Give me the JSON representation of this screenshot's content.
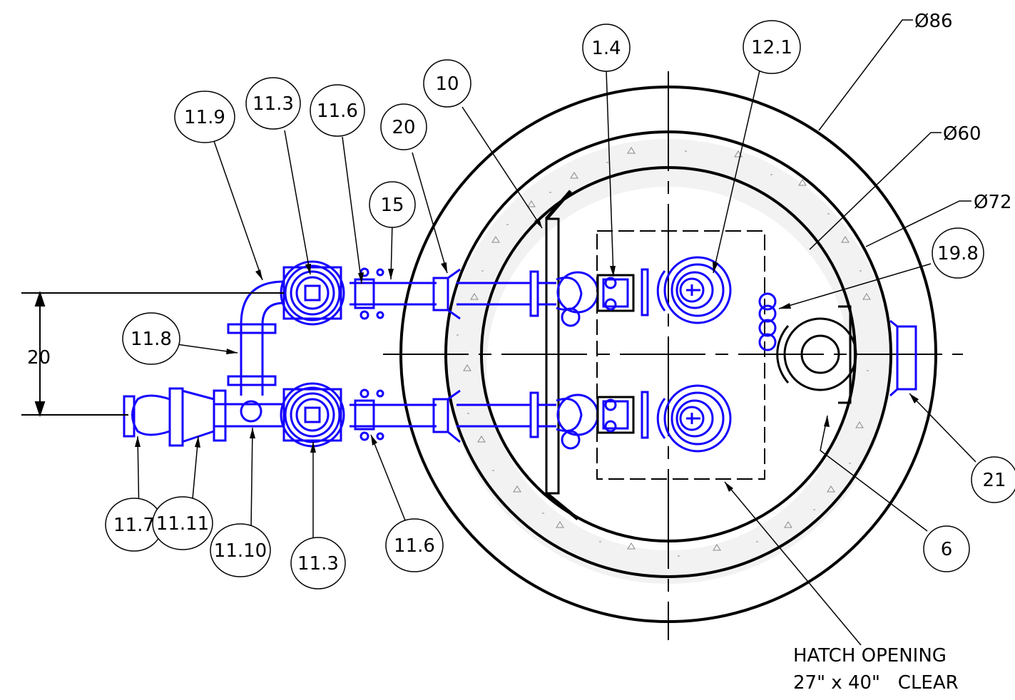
{
  "diameters": {
    "outer": "Ø86",
    "inner": "Ø60",
    "middle": "Ø72"
  },
  "callouts": {
    "c11_9": "11.9",
    "c11_3_top": "11.3",
    "c11_6_top": "11.6",
    "c20": "20",
    "c10": "10",
    "c15": "15",
    "c1_4": "1.4",
    "c12_1": "12.1",
    "c19_8": "19.8",
    "c11_8": "11.8",
    "c21": "21",
    "c6": "6",
    "c11_7": "11.7",
    "c11_11": "11.11",
    "c11_10": "11.10",
    "c11_3_bot": "11.3",
    "c11_6_bot": "11.6"
  },
  "dimension": {
    "pipe_spacing": "20"
  },
  "note": {
    "line1": "HATCH OPENING",
    "line2": "27\" x 40\"   CLEAR"
  },
  "colors": {
    "piping": "#1400ff",
    "linework": "#000000"
  }
}
